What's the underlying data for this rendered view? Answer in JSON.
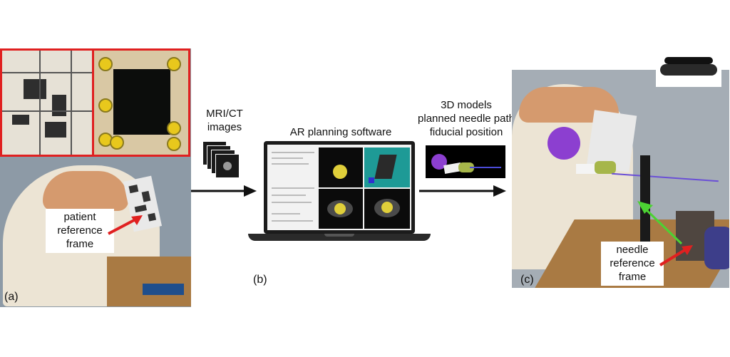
{
  "labels": {
    "panel_a": "(a)",
    "panel_b": "(b)",
    "panel_c": "(c)",
    "patient_frame": [
      "patient",
      "reference",
      "frame"
    ],
    "images": [
      "MRI/CT",
      "images"
    ],
    "software": "AR planning software",
    "outputs": [
      "3D models",
      "planned needle path",
      "fiducial position"
    ],
    "needle_frame": [
      "needle",
      "reference",
      "frame"
    ]
  },
  "colors": {
    "inset_border": "#e02020",
    "red_arrow": "#e02020",
    "green_arrow": "#4cd233",
    "fiducial_purple": "#8c3fd0",
    "marker_yellow": "#e8c81c",
    "cyan_view": "#1e9a96",
    "table_wood": "#a97a43",
    "phantom_cream": "#ece4d4"
  },
  "icons": [
    "hololens-headset-icon",
    "laptop-icon",
    "image-stack-icon"
  ]
}
